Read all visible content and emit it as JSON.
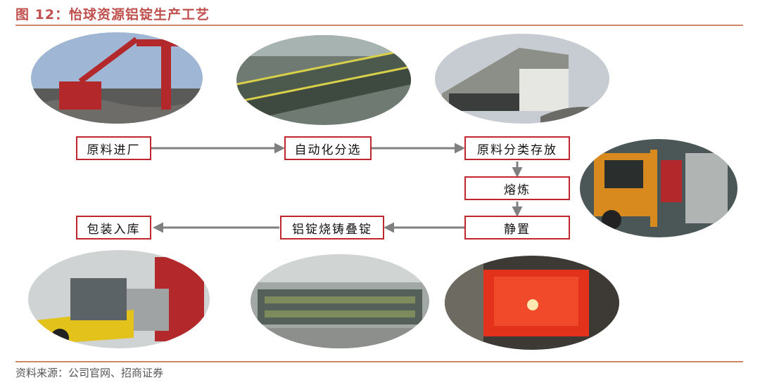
{
  "figure": {
    "title": "图 12：怡球资源铝锭生产工艺",
    "source": "资料来源：公司官网、招商证券"
  },
  "steps": {
    "s1": "原料进厂",
    "s2": "自动化分选",
    "s3": "原料分类存放",
    "s4": "熔炼",
    "s5": "静置",
    "s6": "铝锭烧铸叠锭",
    "s7": "包装入库"
  },
  "colors": {
    "title": "#c0504d",
    "box_border": "#c0262e",
    "arrow": "#808080"
  }
}
